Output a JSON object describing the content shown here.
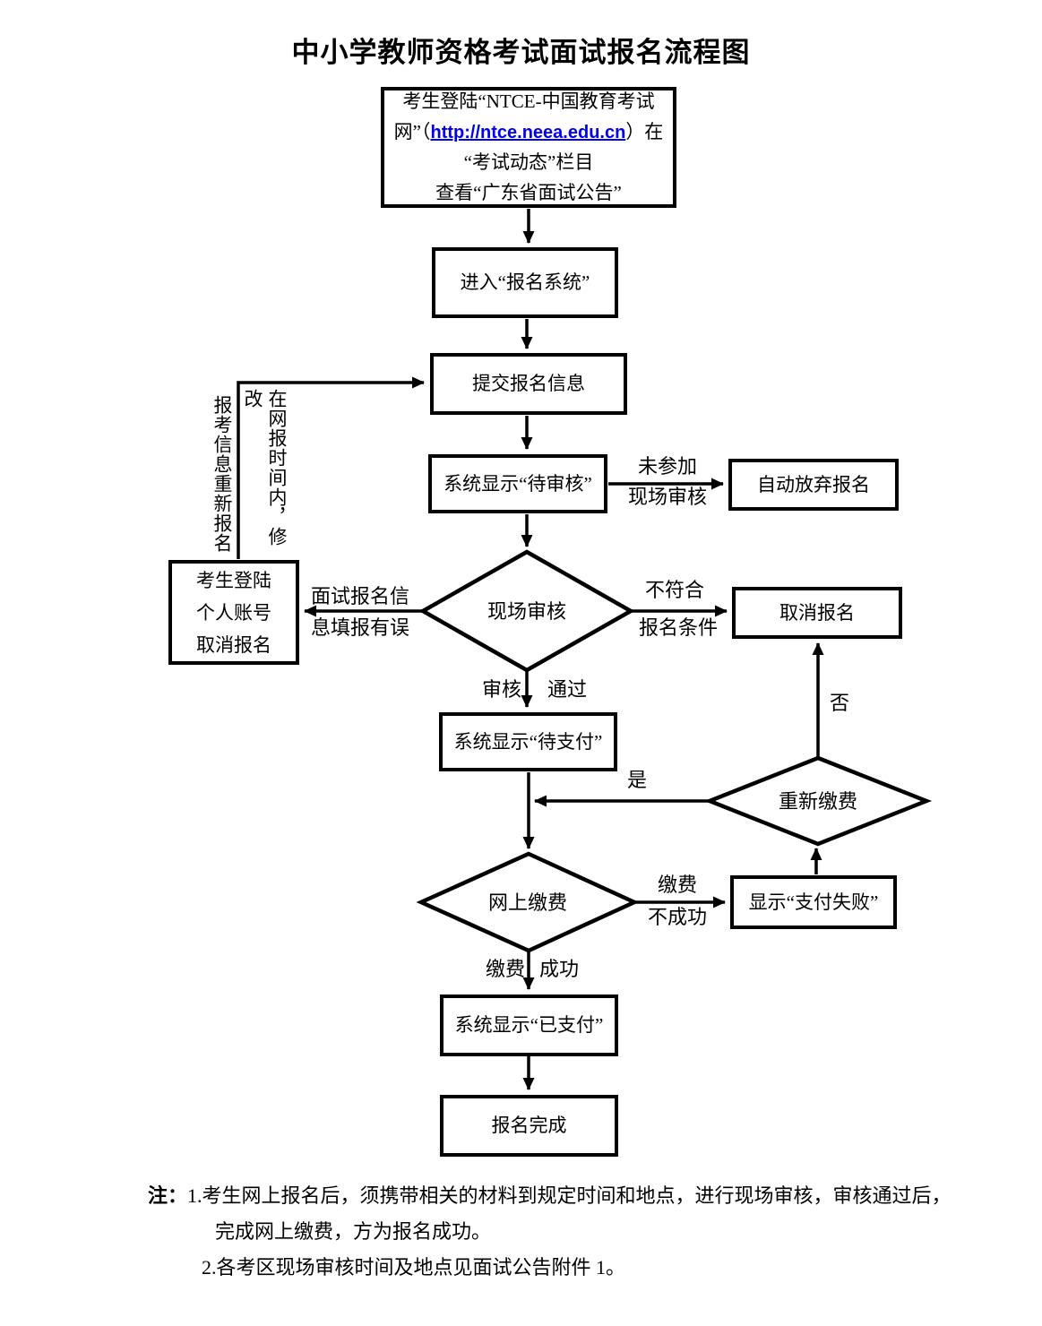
{
  "title": "中小学教师资格考试面试报名流程图",
  "colors": {
    "line": "#000000",
    "link": "#0000EE",
    "background": "#ffffff"
  },
  "nodes": {
    "login": {
      "line1": "考生登陆“NTCE-中国教育考试",
      "line2_pre": "网”（",
      "link_text": "http://ntce.neea.edu.cn",
      "line2_post": "）在",
      "line3": "“考试动态”栏目",
      "line4": "查看“广东省面试公告”"
    },
    "enter_system": {
      "label": "进入“报名系统”"
    },
    "submit_info": {
      "label": "提交报名信息"
    },
    "pending_review": {
      "label": "系统显示“待审核”"
    },
    "auto_abandon": {
      "label": "自动放弃报名"
    },
    "onsite_review": {
      "label": "现场审核"
    },
    "cancel_login": {
      "lines": [
        "考生登陆",
        "个人账号",
        "取消报名"
      ]
    },
    "cancel_reg": {
      "label": "取消报名"
    },
    "pending_pay": {
      "label": "系统显示“待支付”"
    },
    "repay": {
      "label": "重新缴费"
    },
    "online_pay": {
      "label": "网上缴费"
    },
    "pay_failed": {
      "label": "显示“支付失败”"
    },
    "paid": {
      "label": "系统显示“已支付”"
    },
    "complete": {
      "label": "报名完成"
    }
  },
  "edge_labels": {
    "not_attend_1": "未参加",
    "not_attend_2": "现场审核",
    "info_error_1": "面试报名信",
    "info_error_2": "息填报有误",
    "not_qualified_1": "不符合",
    "not_qualified_2": "报名条件",
    "review": "审核",
    "pass": "通过",
    "modify_right_col": "在网报时间内，修改",
    "modify_left_col": "报考信息重新报名",
    "yes": "是",
    "no": "否",
    "pay_fail_1": "缴费",
    "pay_fail_2": "不成功",
    "pay_ok_1": "缴费",
    "pay_ok_2": "成功"
  },
  "notes": {
    "prefix": "注：",
    "item1_line1": "1.考生网上报名后，须携带相关的材料到规定时间和地点，进行现场审核，审核通过后，",
    "item1_line2": "完成网上缴费，方为报名成功。",
    "item2": "2.各考区现场审核时间及地点见面试公告附件 1。"
  }
}
